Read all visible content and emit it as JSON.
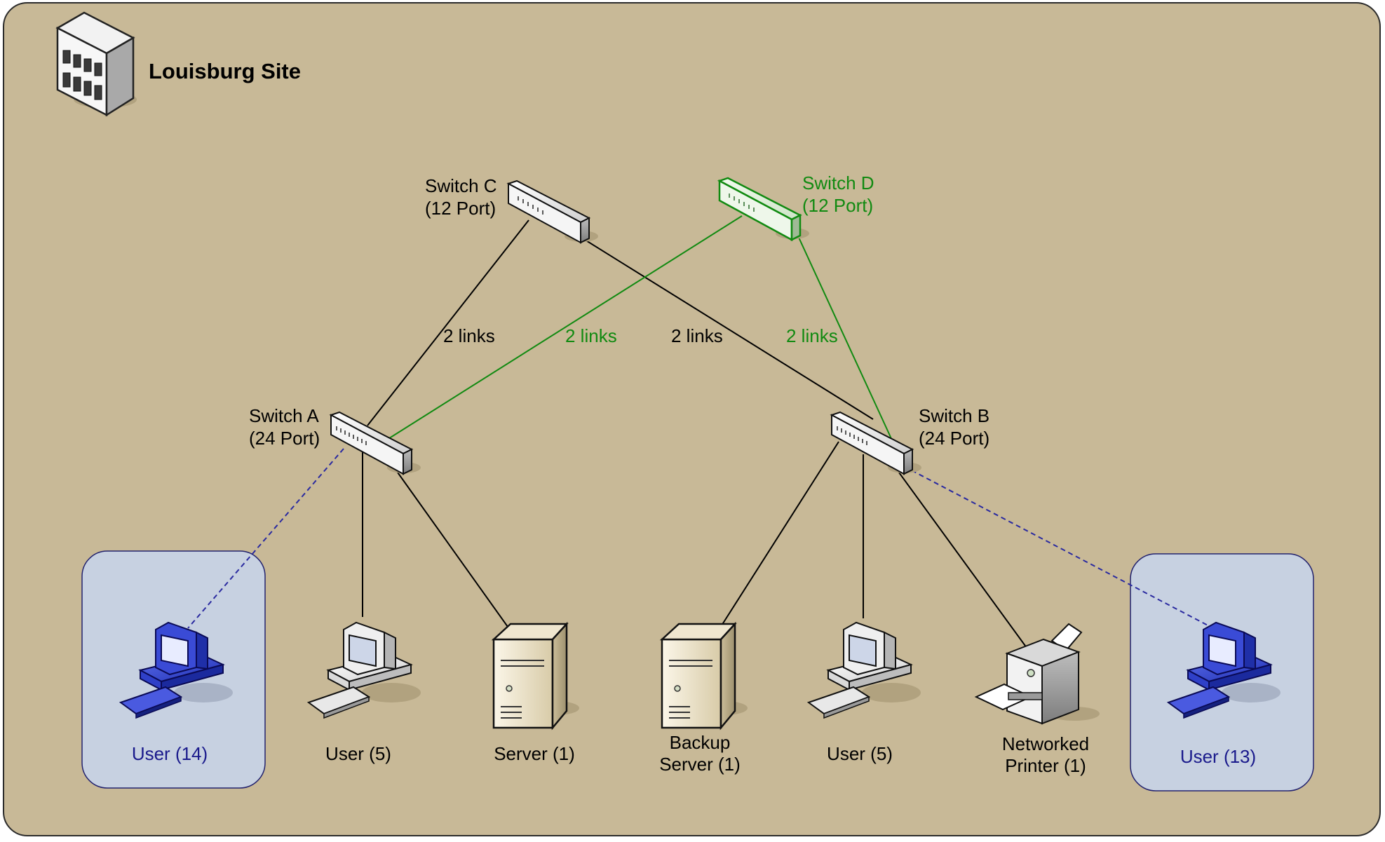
{
  "site": {
    "title": "Louisburg Site"
  },
  "switches": {
    "a": {
      "name": "Switch A",
      "ports": "(24 Port)"
    },
    "b": {
      "name": "Switch B",
      "ports": "(24 Port)"
    },
    "c": {
      "name": "Switch C",
      "ports": "(12 Port)"
    },
    "d": {
      "name": "Switch D",
      "ports": "(12 Port)"
    }
  },
  "links": {
    "a_c": "2 links",
    "a_d": "2 links",
    "c_b": "2 links",
    "d_b": "2 links"
  },
  "devices": {
    "user_14": {
      "label": "User (14)"
    },
    "user_5_a": {
      "label": "User (5)"
    },
    "server": {
      "label": "Server (1)"
    },
    "backup_server": {
      "line1": "Backup",
      "line2": "Server (1)"
    },
    "user_5_b": {
      "label": "User (5)"
    },
    "printer": {
      "line1": "Networked",
      "line2": "Printer (1)"
    },
    "user_13": {
      "label": "User (13)"
    }
  },
  "colors": {
    "background": "#c8b997",
    "redundant_link": "#118a11",
    "wireless_group_fill": "#c7d1e1",
    "wireless_link": "#2a2aa0",
    "wireless_text": "#1a1a8c"
  }
}
